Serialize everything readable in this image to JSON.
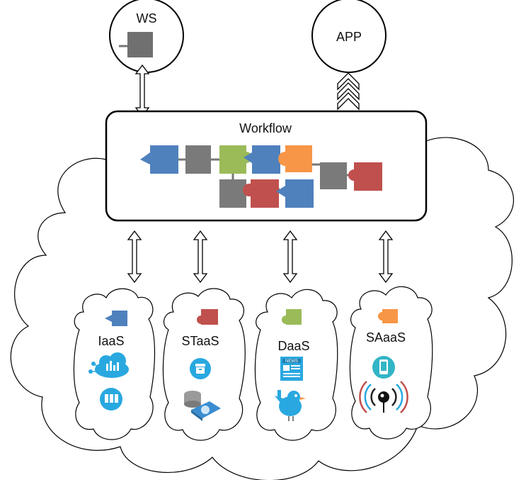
{
  "nodes": {
    "ws": {
      "label": "WS"
    },
    "app": {
      "label": "APP"
    },
    "workflow": {
      "label": "Workflow"
    }
  },
  "services": [
    {
      "label": "IaaS",
      "piece_color": "#4F81BD",
      "icons": [
        "cloud-analytics-icon",
        "server-rack-icon"
      ]
    },
    {
      "label": "STaaS",
      "piece_color": "#C0504D",
      "icons": [
        "storage-box-icon",
        "database-disk-icon"
      ]
    },
    {
      "label": "DaaS",
      "piece_color": "#9BBB59",
      "icons": [
        "news-icon",
        "bird-icon"
      ]
    },
    {
      "label": "SAaaS",
      "piece_color": "#F79646",
      "icons": [
        "smartphone-icon",
        "sensor-icon"
      ]
    }
  ],
  "news_text": "NEWS",
  "colors": {
    "blue": "#4F81BD",
    "red": "#C0504D",
    "green": "#9BBB59",
    "orange": "#F79646",
    "gray": "#808080",
    "icon_blue": "#29A8E0",
    "icon_teal": "#32B5C6"
  }
}
